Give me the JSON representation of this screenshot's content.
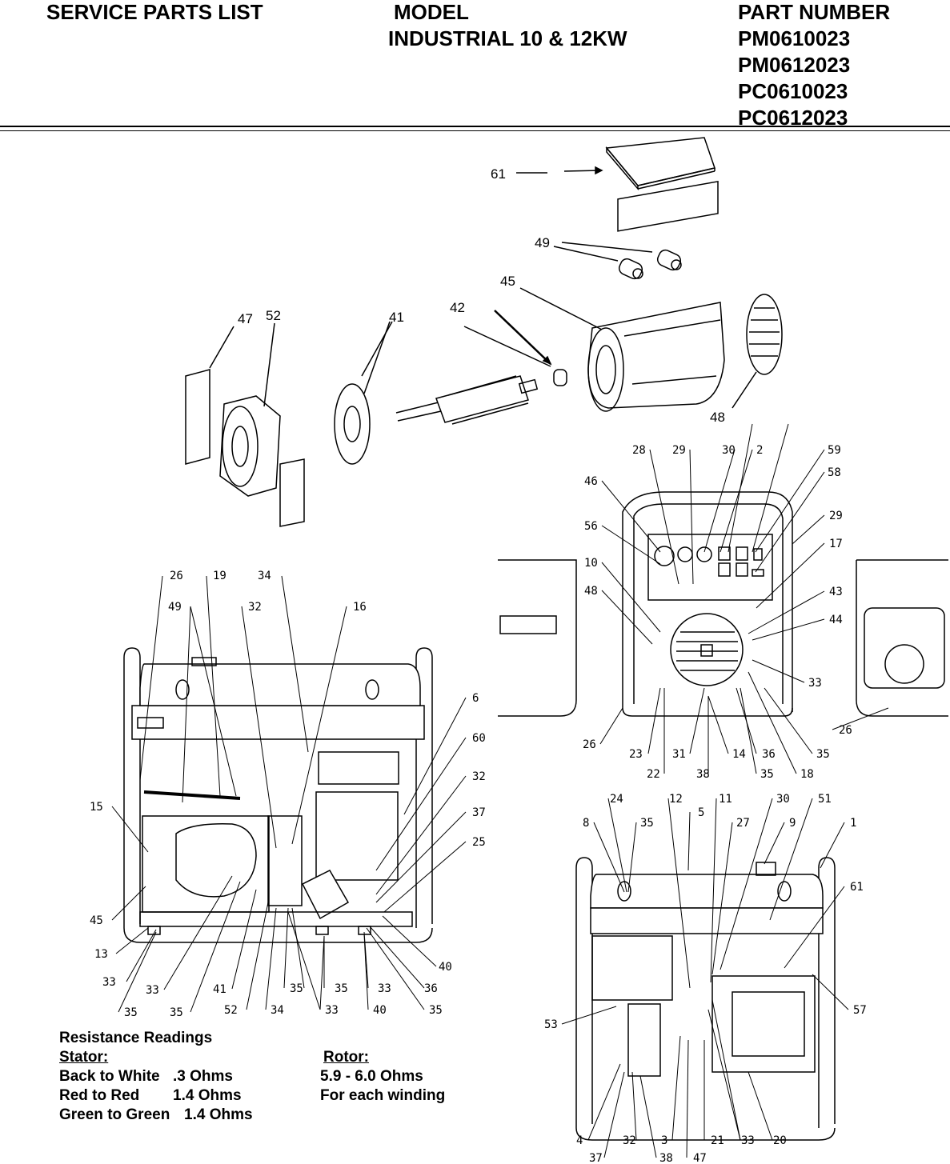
{
  "header": {
    "title": "SERVICE PARTS LIST",
    "model_heading": "MODEL",
    "model_name": "INDUSTRIAL 10 & 12KW",
    "part_heading": "PART NUMBER",
    "part_numbers": [
      "PM0610023",
      "PM0612023",
      "PC0610023",
      "PC0612023"
    ]
  },
  "resistance": {
    "heading": "Resistance Readings",
    "stator_heading": "Stator:",
    "rotor_heading": "Rotor:",
    "rows": [
      {
        "label": "Back to White",
        "value": ".3 Ohms"
      },
      {
        "label": "Red to Red",
        "value": "1.4 Ohms"
      },
      {
        "label": "Green to Green",
        "value": "1.4 Ohms"
      }
    ],
    "rotor_value": "5.9 - 6.0 Ohms",
    "rotor_note": "For each winding"
  },
  "exploded_labels": [
    "61",
    "49",
    "45",
    "42",
    "41",
    "47",
    "52",
    "48"
  ],
  "left_view_labels": [
    "26",
    "19",
    "34",
    "49",
    "32",
    "16",
    "6",
    "60",
    "32",
    "37",
    "25",
    "15",
    "45",
    "13",
    "33",
    "33",
    "41",
    "35",
    "35",
    "33",
    "36",
    "40",
    "35",
    "35",
    "52",
    "34",
    "33",
    "40",
    "35"
  ],
  "front_view_labels": [
    "28",
    "29",
    "30",
    "2",
    "59",
    "58",
    "29",
    "17",
    "43",
    "44",
    "46",
    "56",
    "10",
    "48",
    "33",
    "26",
    "26",
    "23",
    "31",
    "14",
    "36",
    "35",
    "22",
    "38",
    "35",
    "18"
  ],
  "rear_view_labels": [
    "24",
    "12",
    "11",
    "30",
    "51",
    "8",
    "35",
    "5",
    "27",
    "9",
    "1",
    "61",
    "57",
    "53",
    "4",
    "32",
    "3",
    "21",
    "33",
    "20",
    "37",
    "38",
    "47"
  ]
}
